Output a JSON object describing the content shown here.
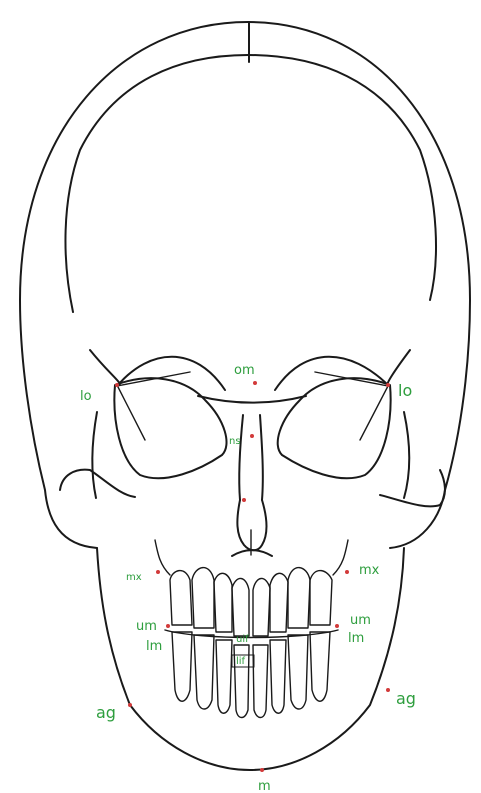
{
  "colors": {
    "outline": "#1a1a1a",
    "label": "#2e9e3e",
    "landmark": "#d23a3a",
    "background": "#ffffff"
  },
  "labels": {
    "om": "om",
    "lo_left": "lo",
    "lo_right": "lo",
    "ns": "ns",
    "mx_left": "mx",
    "mx_right": "mx",
    "um_left": "um",
    "um_right": "um",
    "lm_left": "lm",
    "lm_right": "lm",
    "uif": "uif",
    "lif": "lif",
    "ag_left": "ag",
    "ag_right": "ag",
    "m": "m"
  }
}
